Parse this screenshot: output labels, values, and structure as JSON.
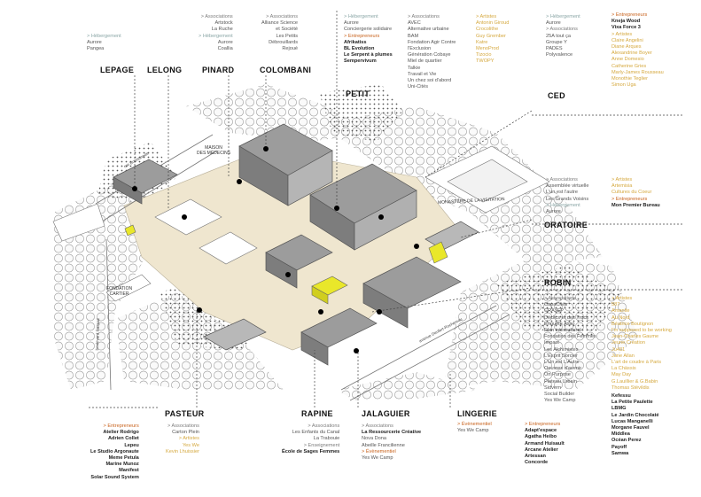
{
  "colors": {
    "hebergement": "#8aa6a6",
    "entrepreneurs": "#c8621c",
    "associations": "#7c7c7c",
    "artistes": "#d5a83e",
    "evenementiel": "#c8621c",
    "building": "#9c9c9c",
    "courtyard": "#efe6cf",
    "highlight": "#e9e72a"
  },
  "buildings": {
    "lepage": "LEPAGE",
    "lelong": "LELONG",
    "pinard": "PINARD",
    "colombani": "COLOMBANI",
    "petit": "PETIT",
    "ced": "CED",
    "oratoire": "ORATOIRE",
    "robin": "ROBIN",
    "pasteur": "PASTEUR",
    "rapine": "RAPINE",
    "jalaguier": "JALAGUIER",
    "lingerie": "LINGERIE"
  },
  "map_labels": {
    "maison_medecins": [
      "MAISON",
      "DES MÉDECINS"
    ],
    "fondation_cartier": [
      "FONDATION",
      "CARTIER"
    ],
    "monastere": "MONASTÈRE DE LA VISITATION",
    "rue_boissonade": "rue Boissonade",
    "boulevard_raspail": "boulevard Raspail",
    "avenue_denfert": "avenue Denfert-Rochereau"
  },
  "lepage_block": [
    {
      "c": "h",
      "t": "> Hébergement"
    },
    {
      "c": "n",
      "t": "Aurore"
    },
    {
      "c": "n",
      "t": "Pangea"
    }
  ],
  "lelong_block": [
    {
      "c": "a",
      "t": "> Associations"
    },
    {
      "c": "n",
      "t": "Artstock"
    },
    {
      "c": "n",
      "t": "La Ruche"
    },
    {
      "c": "h",
      "t": "> Hébergement"
    },
    {
      "c": "n",
      "t": "Aurore"
    },
    {
      "c": "n",
      "t": "Coallia"
    }
  ],
  "colombani_block": [
    {
      "c": "a",
      "t": "> Associations"
    },
    {
      "c": "n",
      "t": "Alliance Science"
    },
    {
      "c": "n",
      "t": "et Société"
    },
    {
      "c": "n",
      "t": "Les Petits"
    },
    {
      "c": "n",
      "t": "Débrouillards"
    },
    {
      "c": "n",
      "t": "Rejoué"
    }
  ],
  "petit_block1": [
    {
      "c": "h",
      "t": "> Hébergement"
    },
    {
      "c": "n",
      "t": "Aurore"
    },
    {
      "c": "n",
      "t": "Conciergerie solidaire"
    },
    {
      "c": "e",
      "t": "> Entrepreneurs"
    },
    {
      "c": "b",
      "t": "Afrikatiss"
    },
    {
      "c": "b",
      "t": "BL Evolution"
    },
    {
      "c": "b",
      "t": "Le Serpent à plumes"
    },
    {
      "c": "b",
      "t": "Sempervivum"
    }
  ],
  "petit_block2": [
    {
      "c": "a",
      "t": "> Associations"
    },
    {
      "c": "n",
      "t": "AVEC"
    },
    {
      "c": "n",
      "t": "Alternative urbaine"
    },
    {
      "c": "n",
      "t": "BAM"
    },
    {
      "c": "n",
      "t": "Fondation Agir Contre"
    },
    {
      "c": "n",
      "t": "l'Exclusion"
    },
    {
      "c": "n",
      "t": "Génération Cobaye"
    },
    {
      "c": "n",
      "t": "Miel de quartier"
    },
    {
      "c": "n",
      "t": "Talkie"
    },
    {
      "c": "n",
      "t": "Travail et Vie"
    },
    {
      "c": "n",
      "t": "Un chez soi d'abord"
    },
    {
      "c": "n",
      "t": "Uni-Cités"
    }
  ],
  "petit_block3": [
    {
      "c": "t",
      "t": "> Artistes"
    },
    {
      "c": "t",
      "t": "Antonin Giroud"
    },
    {
      "c": "t",
      "t": "Crocolithe"
    },
    {
      "c": "t",
      "t": "Guy Grember"
    },
    {
      "c": "t",
      "t": "Katre"
    },
    {
      "c": "t",
      "t": "MenoProd"
    },
    {
      "c": "t",
      "t": "Tizocio"
    },
    {
      "c": "t",
      "t": "TWOPY"
    }
  ],
  "ced_block1": [
    {
      "c": "h",
      "t": "> Hébergement"
    },
    {
      "c": "n",
      "t": "Aurore"
    },
    {
      "c": "a",
      "t": "> Associations"
    },
    {
      "c": "n",
      "t": "25A tout ça"
    },
    {
      "c": "n",
      "t": "Groupe Y"
    },
    {
      "c": "n",
      "t": "PADES"
    },
    {
      "c": "n",
      "t": "Polyvalence"
    }
  ],
  "ced_block2": [
    {
      "c": "e",
      "t": "> Entrepreneurs"
    },
    {
      "c": "b",
      "t": "Kneja Wood"
    },
    {
      "c": "b",
      "t": "Vixa Force 3"
    },
    {
      "c": "t",
      "t": "> Artistes"
    },
    {
      "c": "t",
      "t": "Claire Angelini"
    },
    {
      "c": "t",
      "t": "Diane Arques"
    },
    {
      "c": "t",
      "t": "Alexandrine Boyer"
    },
    {
      "c": "t",
      "t": "Anne Domesio"
    },
    {
      "c": "t",
      "t": "Catherine Gries"
    },
    {
      "c": "t",
      "t": "Marly-James Rousseau"
    },
    {
      "c": "t",
      "t": "Monothie Teglier"
    },
    {
      "c": "t",
      "t": "Simon Uga"
    }
  ],
  "oratoire_block1": [
    {
      "c": "a",
      "t": "> Associations"
    },
    {
      "c": "n",
      "t": "Assemblée virtuelle"
    },
    {
      "c": "n",
      "t": "L'un est l'autre"
    },
    {
      "c": "n",
      "t": "Les Grands Voisins"
    },
    {
      "c": "h",
      "t": "> Hébergement"
    },
    {
      "c": "n",
      "t": "Aurore"
    }
  ],
  "oratoire_block2": [
    {
      "c": "t",
      "t": "> Artistes"
    },
    {
      "c": "t",
      "t": "Artemisia"
    },
    {
      "c": "t",
      "t": "Cultures du Coeur"
    },
    {
      "c": "e",
      "t": "> Entrepreneurs"
    },
    {
      "c": "b",
      "t": "Mon Premier Bureau"
    }
  ],
  "robin_block1": [
    {
      "c": "a",
      "t": "> Associations"
    },
    {
      "c": "n",
      "t": "CapaCités"
    },
    {
      "c": "n",
      "t": "CRAJEP"
    },
    {
      "c": "n",
      "t": "Déclics et des Trucs"
    },
    {
      "c": "n",
      "t": "Enquête Asso"
    },
    {
      "c": "n",
      "t": "Elan interculturel"
    },
    {
      "c": "n",
      "t": "Fondation des Femmes"
    },
    {
      "c": "n",
      "t": "Impact"
    },
    {
      "c": "n",
      "t": "Les Alchimistes"
    },
    {
      "c": "n",
      "t": "L'Esprit Sorcier"
    },
    {
      "c": "n",
      "t": "L'Un est L'Autre"
    },
    {
      "c": "n",
      "t": "Oeuvres d'avenir"
    },
    {
      "c": "n",
      "t": "On Purpose"
    },
    {
      "c": "n",
      "t": "Plateau Urbain"
    },
    {
      "c": "n",
      "t": "Sidvern"
    },
    {
      "c": "n",
      "t": "Social Builder"
    },
    {
      "c": "n",
      "t": "Yes We Camp"
    }
  ],
  "robin_block2": [
    {
      "c": "t",
      "t": "> Artistes"
    },
    {
      "c": "t",
      "t": "587"
    },
    {
      "c": "t",
      "t": "Amanite"
    },
    {
      "c": "t",
      "t": "Au Nord"
    },
    {
      "c": "t",
      "t": "Béatrice Boutignon"
    },
    {
      "c": "t",
      "t": "I'm supposed to be working"
    },
    {
      "c": "t",
      "t": "Jean-Charles Gaume"
    },
    {
      "c": "t",
      "t": "Jeune Création"
    },
    {
      "c": "t",
      "t": "Ju431"
    },
    {
      "c": "t",
      "t": "June Allan"
    },
    {
      "c": "t",
      "t": "L'art de coudre à Paris"
    },
    {
      "c": "t",
      "t": "La Chässis"
    },
    {
      "c": "t",
      "t": "May Day"
    },
    {
      "c": "t",
      "t": "G.Lauillier & G.Babin"
    },
    {
      "c": "t",
      "t": "Thomas Stévildis"
    }
  ],
  "lingerie_block": [
    {
      "c": "e",
      "t": "> Évènementiel"
    },
    {
      "c": "n",
      "t": "Yes We Camp"
    }
  ],
  "bottom_right_block1": [
    {
      "c": "e",
      "t": "> Entrepreneurs"
    },
    {
      "c": "b",
      "t": "Adapt'espace"
    },
    {
      "c": "b",
      "t": "Agatha Heibo"
    },
    {
      "c": "b",
      "t": "Armand Huisault"
    },
    {
      "c": "b",
      "t": "Arcane Atelier"
    },
    {
      "c": "b",
      "t": "Artessan"
    },
    {
      "c": "b",
      "t": "Concorde"
    }
  ],
  "bottom_right_block2": [
    {
      "c": "b",
      "t": "Kefessu"
    },
    {
      "c": "b",
      "t": "La Petite Paulette"
    },
    {
      "c": "b",
      "t": "LBMG"
    },
    {
      "c": "b",
      "t": "Le Jardin Chocolaté"
    },
    {
      "c": "b",
      "t": "Lucas Manganelli"
    },
    {
      "c": "b",
      "t": "Morgane Fauvel"
    },
    {
      "c": "b",
      "t": "Middlea"
    },
    {
      "c": "b",
      "t": "Océan Perez"
    },
    {
      "c": "b",
      "t": "Payoff"
    },
    {
      "c": "b",
      "t": "Samwa"
    }
  ],
  "pasteur_block1": [
    {
      "c": "e",
      "t": "> Entrepreneurs"
    },
    {
      "c": "b",
      "t": "Atelier Rodrigo"
    },
    {
      "c": "b",
      "t": "Adrien Collet"
    },
    {
      "c": "b",
      "t": "Lepeu"
    },
    {
      "c": "b",
      "t": "Le Studio Argonaute"
    },
    {
      "c": "b",
      "t": "Meme Petula"
    },
    {
      "c": "b",
      "t": "Marine Munoz"
    },
    {
      "c": "b",
      "t": "Manifest"
    },
    {
      "c": "b",
      "t": "Solar Sound System"
    }
  ],
  "pasteur_block2": [
    {
      "c": "a",
      "t": "> Associations"
    },
    {
      "c": "n",
      "t": "Carton Plein"
    },
    {
      "c": "t",
      "t": "> Artistes"
    },
    {
      "c": "t",
      "t": "Yes We"
    },
    {
      "c": "t",
      "t": "Kevin Lhuissier"
    }
  ],
  "rapine_block": [
    {
      "c": "a",
      "t": "> Associations"
    },
    {
      "c": "n",
      "t": "Les Enfants du Canal"
    },
    {
      "c": "n",
      "t": "La Trabouie"
    },
    {
      "c": "a",
      "t": "> Enseignement"
    },
    {
      "c": "b",
      "t": "École de Sages Femmes"
    }
  ],
  "jalaguier_block": [
    {
      "c": "a",
      "t": "> Associations"
    },
    {
      "c": "b",
      "t": "La Ressourcerie Créative"
    },
    {
      "c": "n",
      "t": "Nova Dona"
    },
    {
      "c": "n",
      "t": "Abeille Francilienne"
    },
    {
      "c": "e",
      "t": "> Évènementiel"
    },
    {
      "c": "n",
      "t": "Yes We Camp"
    }
  ]
}
